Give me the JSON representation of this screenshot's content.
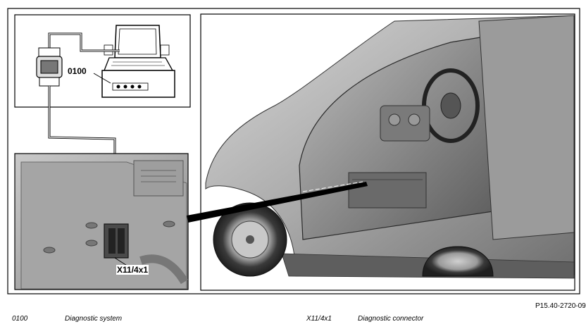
{
  "callouts": {
    "diagnostic_system_code": "0100",
    "diagnostic_connector_code": "X11/4x1"
  },
  "figure_id": "P15.40-2720-09",
  "legend": [
    {
      "code": "0100",
      "description": "Diagnostic system"
    },
    {
      "code": "X11/4x1",
      "description": "Diagnostic connector"
    }
  ]
}
